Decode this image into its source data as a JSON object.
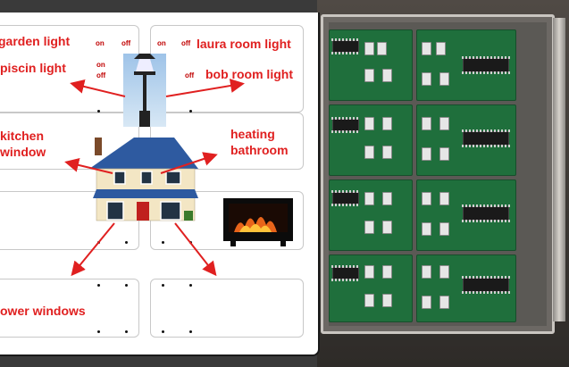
{
  "zones": {
    "garden_light": "garden light",
    "piscin_light": "piscin light",
    "laura_room_light": "laura room light",
    "bob_room_light": "bob room light",
    "kitchen_window": [
      "kitchen",
      "window"
    ],
    "heating_bathroom": [
      "heating",
      "bathroom"
    ],
    "power_windows": "ower windows"
  },
  "switch_labels": {
    "on": "on",
    "off": "off"
  },
  "colors": {
    "label": "#e02020",
    "arrow": "#e02020",
    "panel": "#ffffff",
    "pcb": "#1f6f3c"
  },
  "icons": [
    "street-lamp-icon",
    "house-icon",
    "fireplace-icon"
  ]
}
